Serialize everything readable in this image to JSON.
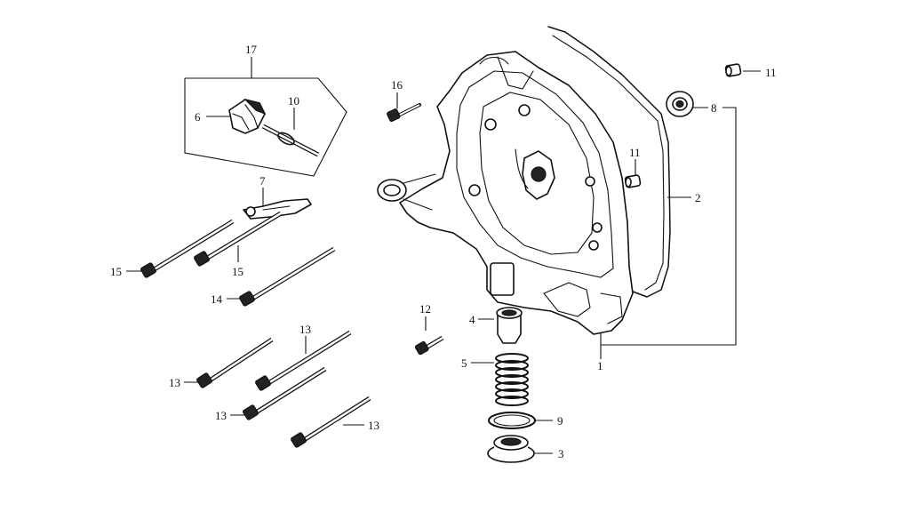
{
  "callouts": [
    {
      "id": "c17",
      "text": "17"
    },
    {
      "id": "c16",
      "text": "16"
    },
    {
      "id": "c11a",
      "text": "11"
    },
    {
      "id": "c8",
      "text": "8"
    },
    {
      "id": "c6",
      "text": "6"
    },
    {
      "id": "c10",
      "text": "10"
    },
    {
      "id": "c11b",
      "text": "11"
    },
    {
      "id": "c2",
      "text": "2"
    },
    {
      "id": "c7",
      "text": "7"
    },
    {
      "id": "c15a",
      "text": "15"
    },
    {
      "id": "c15b",
      "text": "15"
    },
    {
      "id": "c14",
      "text": "14"
    },
    {
      "id": "c12",
      "text": "12"
    },
    {
      "id": "c4",
      "text": "4"
    },
    {
      "id": "c13a",
      "text": "13"
    },
    {
      "id": "c1",
      "text": "1"
    },
    {
      "id": "c5",
      "text": "5"
    },
    {
      "id": "c13b",
      "text": "13"
    },
    {
      "id": "c13c",
      "text": "13"
    },
    {
      "id": "c9",
      "text": "9"
    },
    {
      "id": "c13d",
      "text": "13"
    },
    {
      "id": "c3",
      "text": "3"
    }
  ]
}
